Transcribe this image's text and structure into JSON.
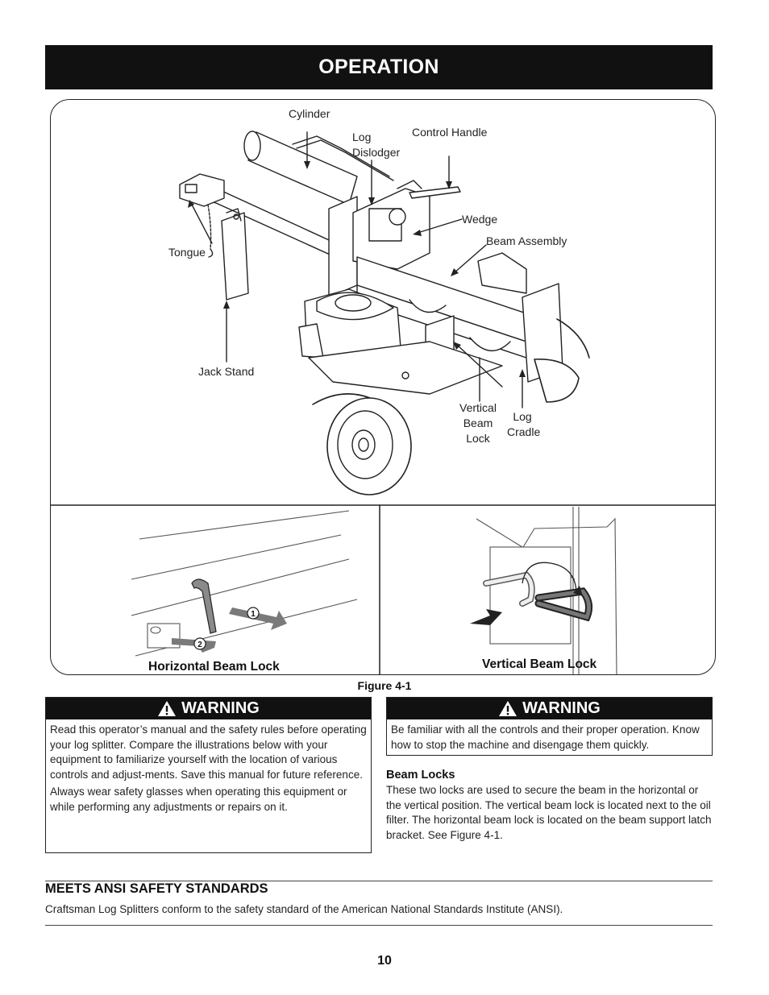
{
  "header": {
    "title": "OPERATION"
  },
  "figure": {
    "labels": {
      "cylinder": "Cylinder",
      "log_dislodger": "Log\nDislodger",
      "control_handle": "Control Handle",
      "wedge": "Wedge",
      "beam_assembly": "Beam Assembly",
      "tongue": "Tongue",
      "jack_stand": "Jack Stand",
      "vertical_beam_lock": "Vertical\nBeam\nLock",
      "log_cradle": "Log\nCradle"
    },
    "horizontal_caption": "Horizontal Beam Lock",
    "vertical_caption": "Vertical Beam Lock",
    "step_1": "1",
    "step_2": "2",
    "caption": "Figure 4-1"
  },
  "warning_left": {
    "heading": "WARNING",
    "p1": "Read this operator’s manual and the safety rules before operating your log splitter. Compare the illustrations below with your equipment to familiarize yourself with the location of various controls and adjust-ments. Save this manual for future reference.",
    "p2": "Always wear safety glasses when operating this equipment or while performing any adjustments or repairs on it."
  },
  "warning_right": {
    "heading": "WARNING",
    "p1": "Be familiar with all the controls and their proper operation. Know how to stop the machine and disengage them quickly."
  },
  "beam_locks": {
    "heading": "Beam Locks",
    "text": "These two locks are used to secure the beam in the horizontal or the vertical position. The vertical beam lock is located next to the oil filter. The horizontal beam lock is located on the beam support latch bracket. See Figure 4-1."
  },
  "ansi": {
    "heading": "MEETS ANSI SAFETY STANDARDS",
    "text": "Craftsman Log Splitters conform to the safety standard of the American National Standards Institute (ANSI)."
  },
  "footer": {
    "page_number": "10"
  }
}
